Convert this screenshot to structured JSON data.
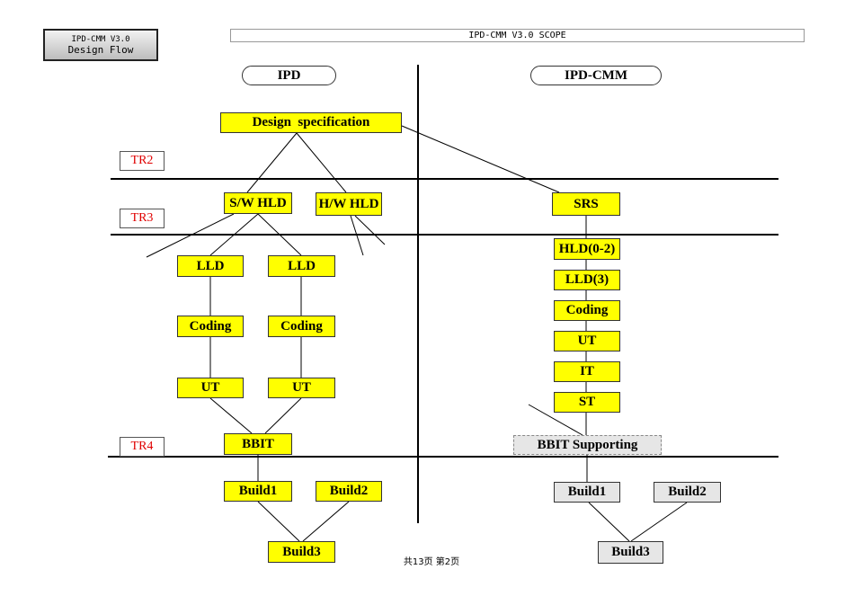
{
  "header": {
    "title_line1": "IPD-CMM V3.0",
    "title_line2": "Design Flow",
    "scope": "IPD-CMM V3.0 SCOPE"
  },
  "columns": {
    "left": "IPD",
    "right": "IPD-CMM"
  },
  "milestones": [
    "TR2",
    "TR3",
    "TR4"
  ],
  "ipd": {
    "design_spec": "Design  specification",
    "sw_hld": "S/W HLD",
    "hw_hld": "H/W HLD",
    "lld": "LLD",
    "coding": "Coding",
    "ut": "UT",
    "bbit": "BBIT",
    "build1": "Build1",
    "build2": "Build2",
    "build3": "Build3"
  },
  "cmm": {
    "srs": "SRS",
    "hld": "HLD(0-2)",
    "lld": "LLD(3)",
    "coding": "Coding",
    "ut": "UT",
    "it": "IT",
    "st": "ST",
    "bbit": "BBIT Supporting",
    "build1": "Build1",
    "build2": "Build2",
    "build3": "Build3"
  },
  "footer": "共13页 第2页"
}
